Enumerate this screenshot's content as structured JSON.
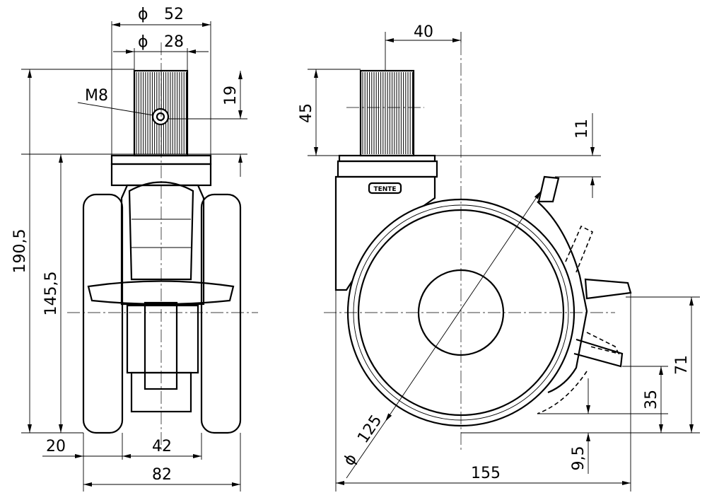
{
  "drawing": {
    "logo_text": "TENTE",
    "front_view": {
      "dim_outer_diameter": {
        "symbol": "ϕ",
        "value": "52"
      },
      "dim_inner_diameter": {
        "symbol": "ϕ",
        "value": "28"
      },
      "thread": "M8",
      "dim_stem_hole": "19",
      "dim_total_height": "190,5",
      "dim_plate_height": "145,5",
      "dim_wheel_width": "20",
      "dim_wheel_gap": "42",
      "dim_total_width": "82"
    },
    "side_view": {
      "dim_offset": "40",
      "dim_stem_height": "45",
      "dim_lever_top": "11",
      "dim_wheel_diameter": {
        "symbol": "ϕ",
        "value": "125"
      },
      "dim_lever_height": "71",
      "dim_pedal_height": "35",
      "dim_ground_clearance": "9,5",
      "dim_total_length": "155"
    }
  }
}
